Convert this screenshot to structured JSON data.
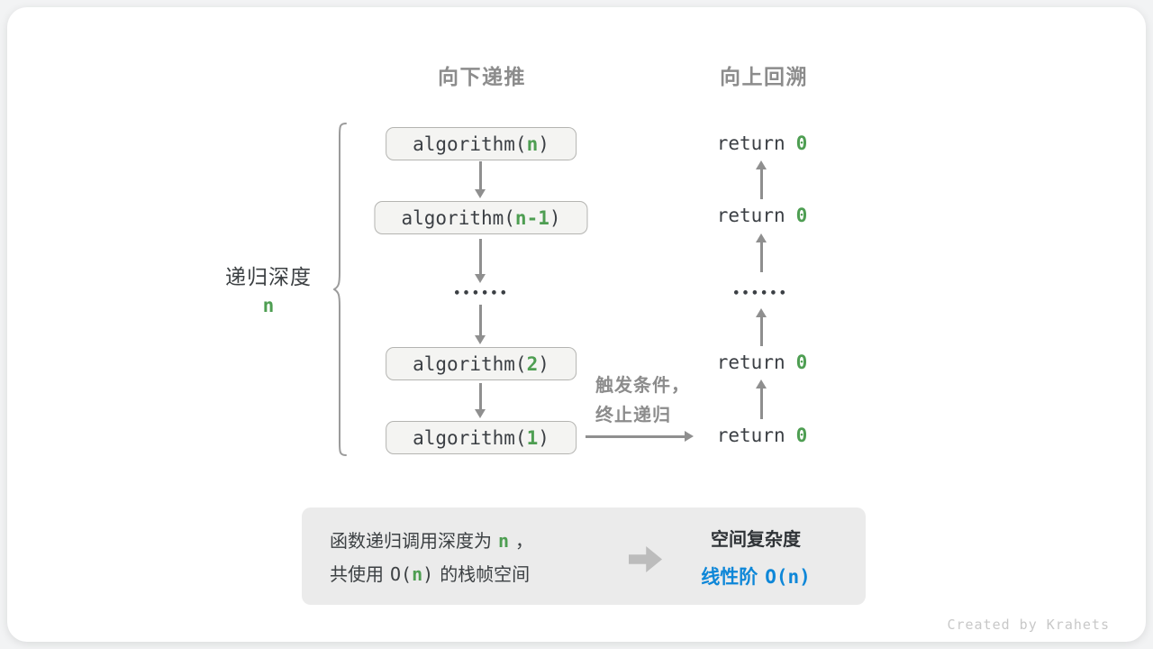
{
  "headers": {
    "down": "向下递推",
    "up": "向上回溯"
  },
  "depth": {
    "label": "递归深度",
    "value": "n"
  },
  "stack": {
    "boxes": [
      {
        "pre": "algorithm(",
        "arg": "n",
        "post": ")"
      },
      {
        "pre": "algorithm(",
        "arg": "n-1",
        "post": ")"
      },
      {
        "pre": "algorithm(",
        "arg": "2",
        "post": ")"
      },
      {
        "pre": "algorithm(",
        "arg": "1",
        "post": ")"
      }
    ],
    "dots": "••••••"
  },
  "returns": {
    "label": "return",
    "value": "0",
    "dots": "••••••"
  },
  "annotation": {
    "line1": "触发条件，",
    "line2": "终止递归"
  },
  "summary": {
    "line1": {
      "pre": "函数递归调用深度为",
      "value": "n",
      "post": "，"
    },
    "line2": {
      "pre": "共使用",
      "mono_open": "O(",
      "mono_value": "n",
      "mono_close": ")",
      "post": "的栈帧空间"
    },
    "title": "空间复杂度",
    "result_label": "线性阶",
    "result_expr": "O(n)"
  },
  "credit": "Created by Krahets",
  "colors": {
    "green": "#4E9E52",
    "blue": "#0E87D8",
    "arrow_gray": "#8f8f8f"
  }
}
